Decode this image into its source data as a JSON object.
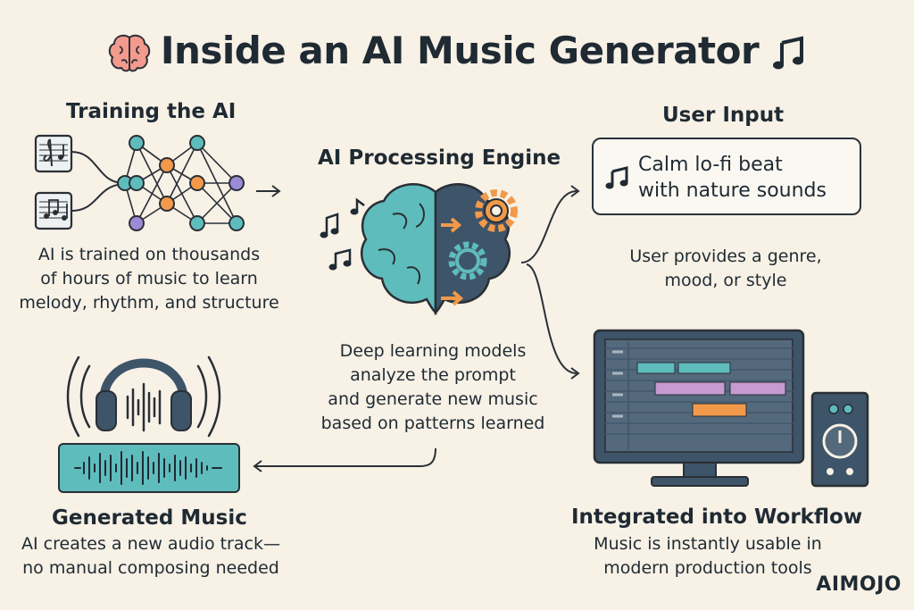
{
  "title": "Inside an AI Music Generator",
  "sections": {
    "training": {
      "heading": "Training the AI",
      "lines": [
        "AI is trained on thousands",
        "of hours of music to learn",
        "melody, rhythm, and structure"
      ]
    },
    "processing": {
      "heading": "AI Processing Engine",
      "lines": [
        "Deep learning models",
        "analyze the prompt",
        "and generate new music",
        "based on patterns learned"
      ]
    },
    "input": {
      "heading": "User Input",
      "prompt_lines": [
        "Calm lo-fi beat",
        "with nature sounds"
      ],
      "lines": [
        "User provides a genre,",
        "mood, or style"
      ]
    },
    "generated": {
      "heading": "Generated Music",
      "lines": [
        "AI creates a new audio track—",
        "no manual composing needed"
      ]
    },
    "workflow": {
      "heading": "Integrated into Workflow",
      "lines": [
        "Music is instantly usable in",
        "modern production tools"
      ]
    }
  },
  "brand": "AIMOJO",
  "icons": {
    "title_left": "brain-icon",
    "title_right": "music-note-icon"
  },
  "colors": {
    "teal": "#5fbcbc",
    "navy": "#3e5468",
    "orange": "#f29a4a",
    "purple": "#9b8ad6",
    "pink": "#c79ad0",
    "background": "#f7f1e6"
  }
}
